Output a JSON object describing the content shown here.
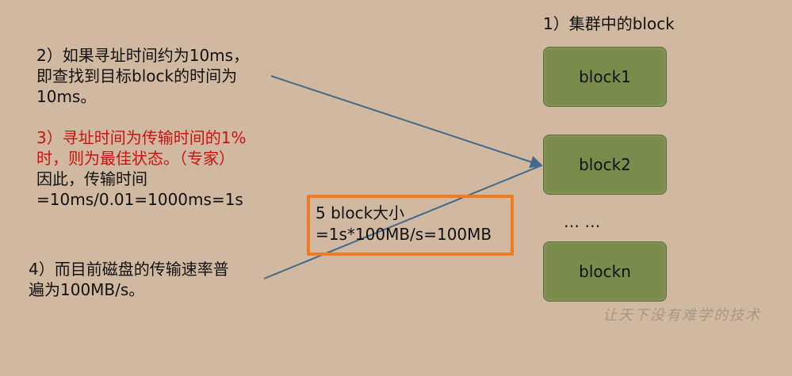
{
  "heading": "1）集群中的block",
  "note2": [
    "2）如果寻址时间约为10ms，",
    "即查找到目标block的时间为",
    "10ms。"
  ],
  "note3_red": [
    "3）寻址时间为传输时间的1%",
    "时，则为最佳状态。（专家）"
  ],
  "note3_black": [
    "因此，传输时间",
    "=10ms/0.01=1000ms=1s"
  ],
  "note4": [
    "4）而目前磁盘的传输速率普",
    "遍为100MB/s。"
  ],
  "note5": [
    "5 block大小",
    "=1s*100MB/s=100MB"
  ],
  "blocks": [
    "block1",
    "block2",
    "blockn"
  ],
  "ellipsis": "… …",
  "watermark": "让天下没有难学的技术",
  "colors": {
    "background": "#d0b9a0",
    "block_fill": "#7a8c4c",
    "highlight_box": "#f07b20",
    "red_text": "#cc1111",
    "arrow": "#44698a"
  }
}
